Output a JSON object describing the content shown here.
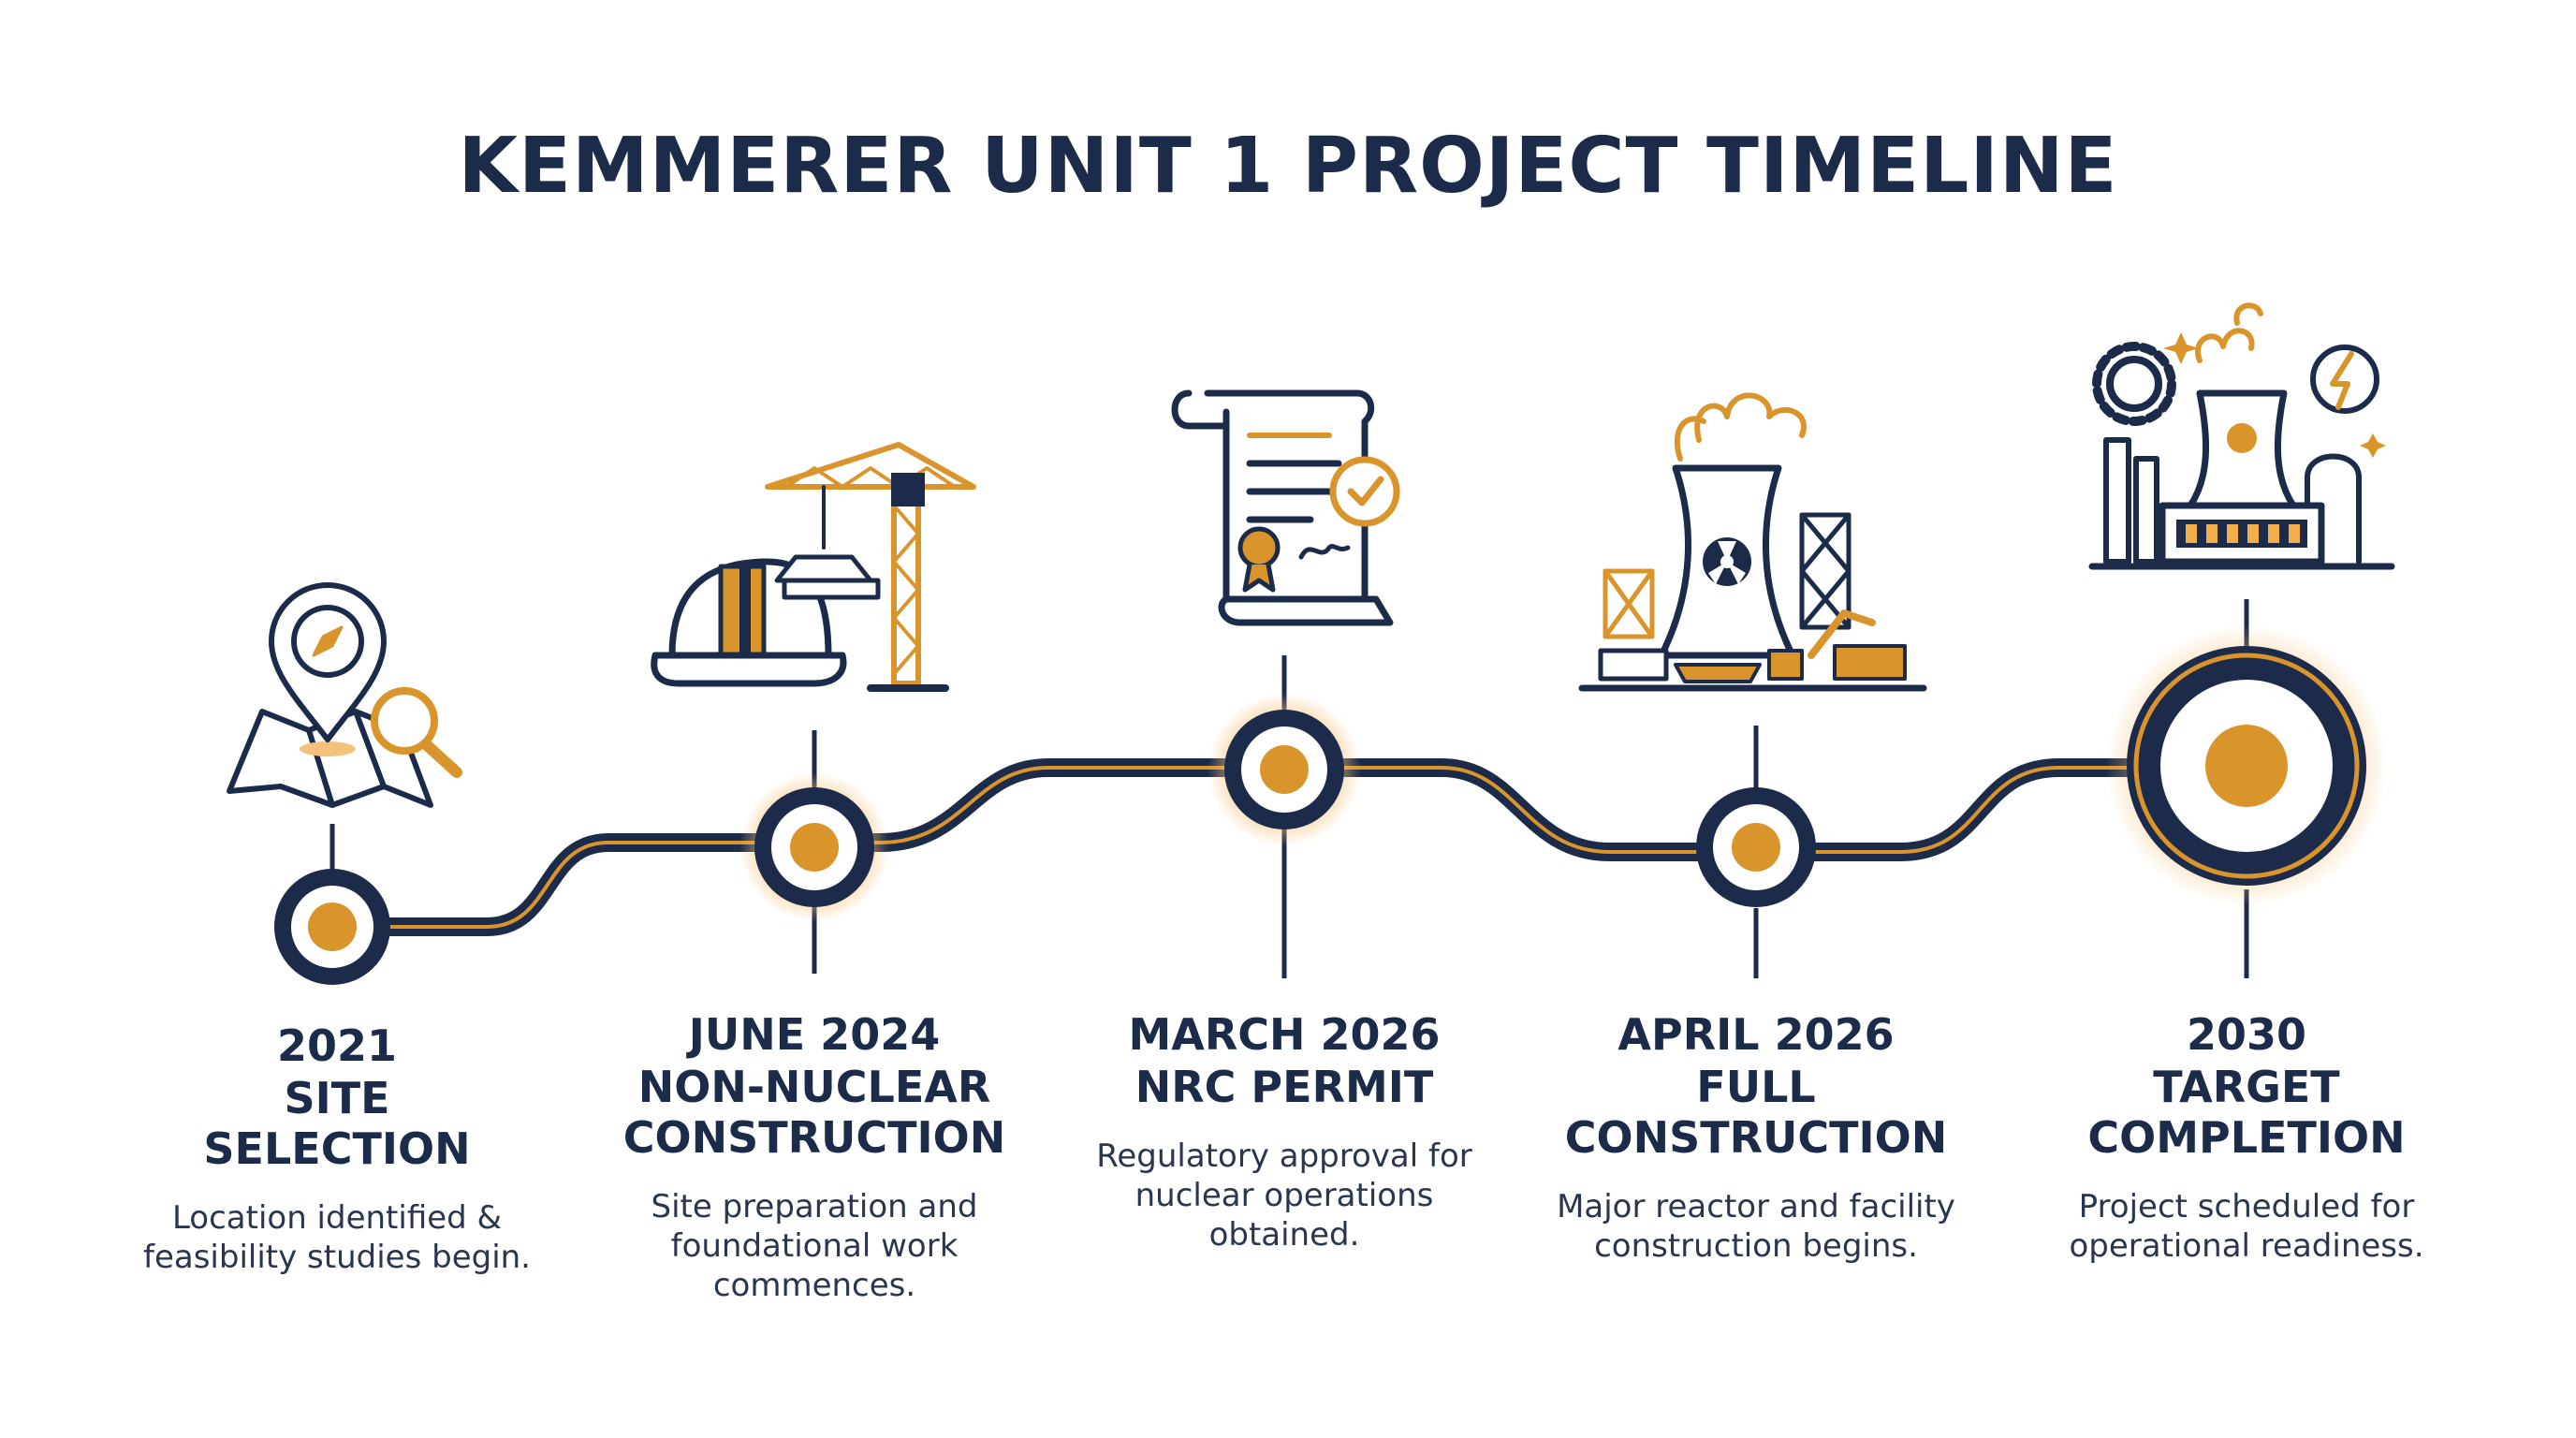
{
  "title": "KEMMERER UNIT 1 PROJECT TIMELINE",
  "colors": {
    "navy": "#1c2b4a",
    "gold": "#d9952c",
    "glow": "#f3c27a"
  },
  "milestones": [
    {
      "date": "2021",
      "title_lines": [
        "SITE",
        "SELECTION"
      ],
      "desc_lines": [
        "Location identified &",
        "feasibility studies begin."
      ],
      "icon": "map-location-search-icon"
    },
    {
      "date": "JUNE 2024",
      "title_lines": [
        "NON-NUCLEAR",
        "CONSTRUCTION"
      ],
      "desc_lines": [
        "Site preparation and",
        "foundational work",
        "commences."
      ],
      "icon": "hardhat-crane-icon"
    },
    {
      "date": "MARCH 2026",
      "title_lines": [
        "NRC PERMIT"
      ],
      "desc_lines": [
        "Regulatory approval for",
        "nuclear operations",
        "obtained."
      ],
      "icon": "permit-document-icon"
    },
    {
      "date": "APRIL 2026",
      "title_lines": [
        "FULL",
        "CONSTRUCTION"
      ],
      "desc_lines": [
        "Major reactor and facility",
        "construction begins."
      ],
      "icon": "cooling-tower-construction-icon"
    },
    {
      "date": "2030",
      "title_lines": [
        "TARGET",
        "COMPLETION"
      ],
      "desc_lines": [
        "Project scheduled for",
        "operational readiness."
      ],
      "icon": "power-plant-icon"
    }
  ]
}
